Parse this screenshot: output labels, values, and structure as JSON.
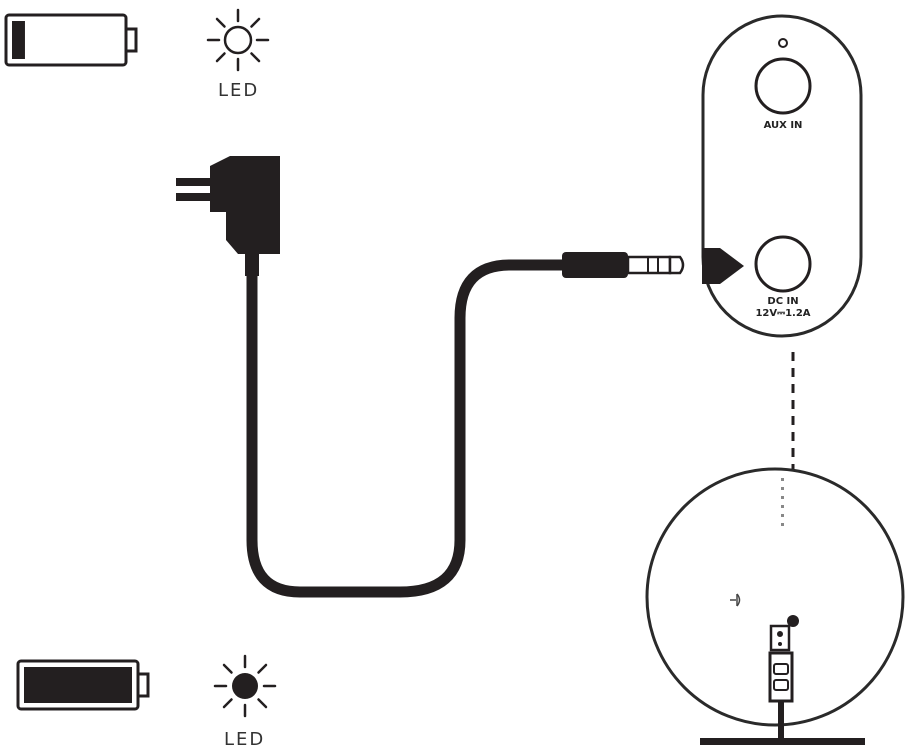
{
  "colors": {
    "ink": "#231f20",
    "outline": "#2a2a2a",
    "background": "#ffffff"
  },
  "icons": {
    "top_battery": "battery-low-icon",
    "top_led": "led-off-sun-icon",
    "bottom_battery": "battery-full-icon",
    "bottom_led": "led-on-sun-icon",
    "adapter": "power-adapter-icon",
    "plug": "dc-plug-icon",
    "arrow": "insert-arrow-icon"
  },
  "indicators": {
    "top": {
      "led_label": "LED",
      "battery_level": 0.12
    },
    "bottom": {
      "led_label": "LED",
      "battery_level": 1.0
    }
  },
  "device_panel": {
    "aux_port_label": "AUX IN",
    "dc_port_label": "DC IN",
    "dc_port_rating": "12V⎓1.2A"
  }
}
